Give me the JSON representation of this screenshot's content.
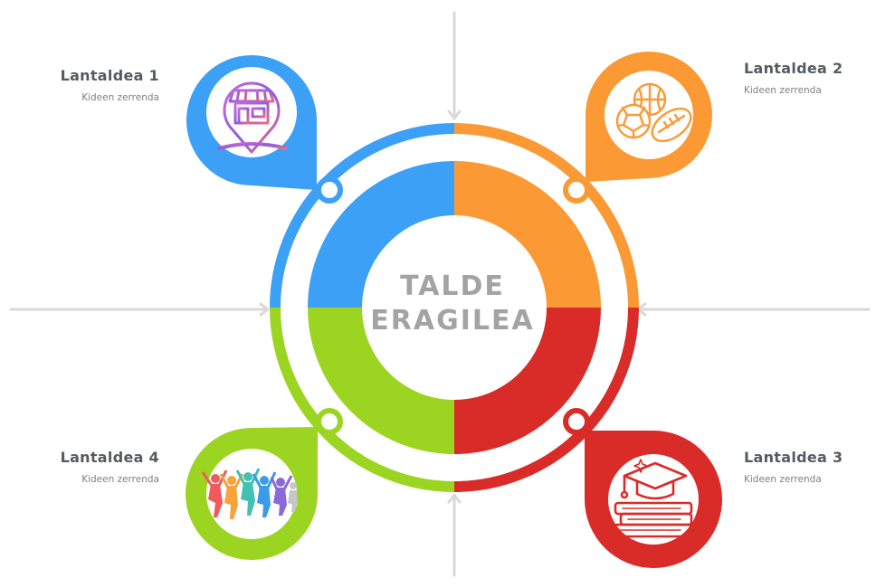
{
  "center": {
    "line1": "TALDE",
    "line2": "ERAGILEA"
  },
  "groups": [
    {
      "title": "Lantaldea 1",
      "subtitle": "Kideen zerrenda",
      "color": "#3ca0f6",
      "icon": "shop-location-pin-icon"
    },
    {
      "title": "Lantaldea 2",
      "subtitle": "Kideen zerrenda",
      "color": "#fb9a34",
      "icon": "sports-balls-icon"
    },
    {
      "title": "Lantaldea 3",
      "subtitle": "Kideen zerrenda",
      "color": "#d92b27",
      "icon": "graduation-books-icon"
    },
    {
      "title": "Lantaldea 4",
      "subtitle": "Kideen zerrenda",
      "color": "#9bd521",
      "icon": "jumping-people-icon"
    }
  ],
  "colors": {
    "arrow": "#d9d9d9",
    "text_dark": "#555b60",
    "text_sub": "#808080",
    "center_text": "#a3a3a3"
  }
}
